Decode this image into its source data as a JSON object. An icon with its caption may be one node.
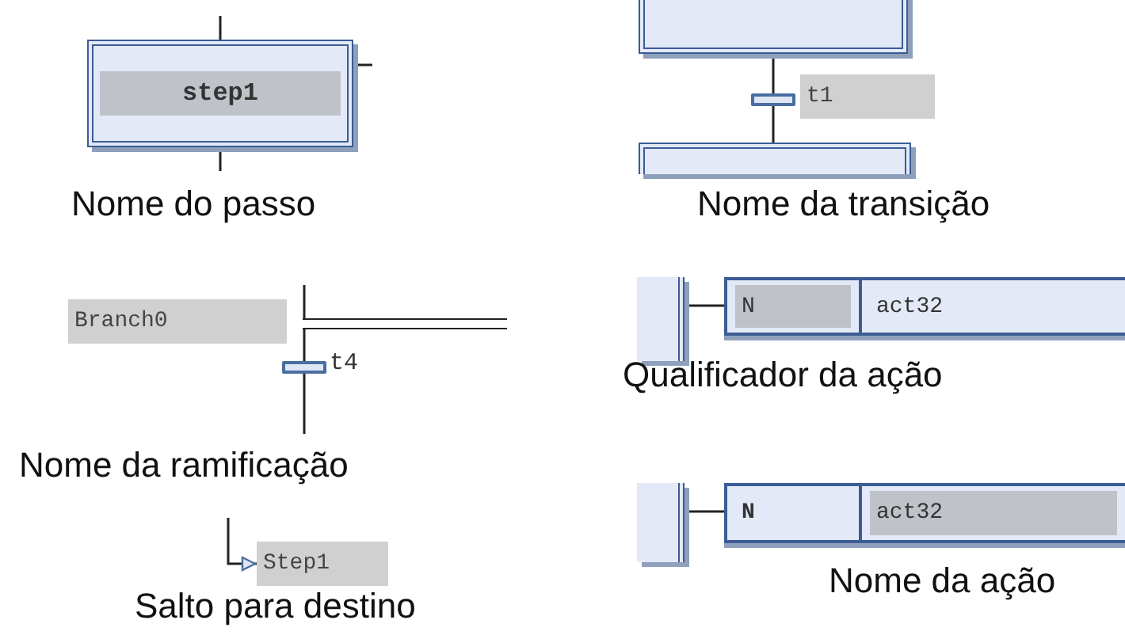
{
  "diagram": {
    "nodes": [
      {
        "text": [
          "step1"
        ]
      },
      {
        "text": [],
        "shape": "box"
      },
      {
        "text": [],
        "shape": "bar"
      },
      {
        "text": [
          "t1"
        ]
      },
      {
        "text": [],
        "shape": "box"
      },
      {
        "text": [],
        "shape": "box"
      },
      {
        "text": [
          "N",
          "act32"
        ]
      },
      {
        "text": [
          "Branch0"
        ]
      },
      {
        "text": [],
        "shape": "bar"
      },
      {
        "text": [],
        "shape": "bar",
        "beside": [
          "t4"
        ]
      },
      {
        "text": [],
        "shape": "box"
      },
      {
        "text": [
          "N",
          "act32"
        ]
      },
      {
        "text": [
          "Step1"
        ]
      }
    ],
    "edges": [
      {
        "from": null,
        "to": 0,
        "arrow": "none"
      },
      {
        "from": 0,
        "to": null,
        "arrow": "none"
      },
      {
        "from": 0,
        "to": null,
        "arrow": "none"
      },
      {
        "from": 1,
        "to": 2,
        "arrow": "none"
      },
      {
        "from": 2,
        "to": 4,
        "arrow": "none"
      },
      {
        "from": 5,
        "to": 6,
        "arrow": "none"
      },
      {
        "from": null,
        "to": 8,
        "arrow": "none"
      },
      {
        "from": 8,
        "to": 9,
        "arrow": "none"
      },
      {
        "from": 9,
        "to": null,
        "arrow": "none"
      },
      {
        "from": 10,
        "to": 11,
        "arrow": "none"
      },
      {
        "from": null,
        "to": 12,
        "arrow": "to"
      }
    ],
    "labels": [
      "Nome do passo",
      "Nome da transição",
      "Qualificador da ação",
      "Nome da ramificação",
      "Nome da ação",
      "Salto para destino"
    ]
  }
}
